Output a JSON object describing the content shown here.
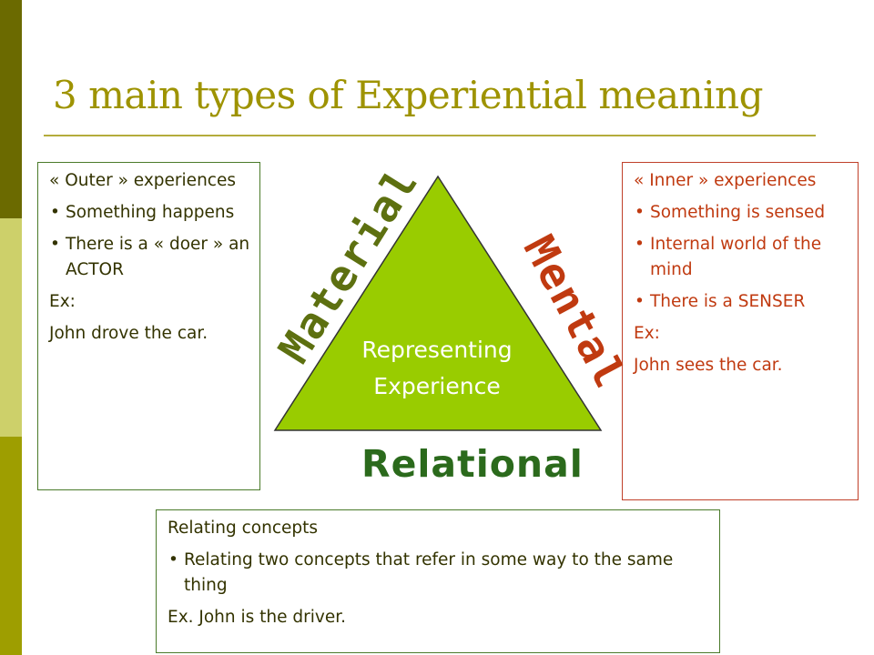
{
  "slide": {
    "title": "3 main types of Experiential meaning"
  },
  "outer_box": {
    "heading": "« Outer » experiences",
    "bullets": [
      "Something happens",
      "There is a « doer » an ACTOR"
    ],
    "ex_label": "Ex:",
    "example": "John drove the car."
  },
  "inner_box": {
    "heading": "« Inner » experiences",
    "bullets": [
      "Something is sensed",
      "Internal world of the mind",
      "There is a SENSER"
    ],
    "ex_label": "Ex:",
    "example": "John sees the car."
  },
  "relational_box": {
    "heading": "Relating concepts",
    "bullets": [
      "Relating two concepts that refer in some way to the same thing"
    ],
    "example": "Ex.  John is the driver."
  },
  "triangle": {
    "line1": "Representing",
    "line2": "Experience",
    "left_side": "Material",
    "right_side": "Mental",
    "bottom_side": "Relational"
  },
  "colors": {
    "triangle_fill": "#99cc00",
    "title": "#9e9300",
    "mental": "#c03a10",
    "material": "#5d7010",
    "relational": "#2b6a1c"
  }
}
